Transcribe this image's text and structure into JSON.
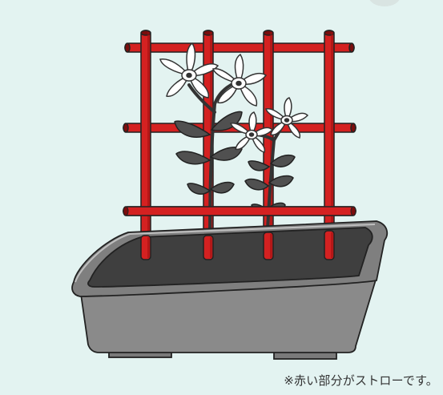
{
  "caption": "※赤い部分がストローです。",
  "colors": {
    "background": "#e3f3f1",
    "straw_red": "#d42121",
    "straw_shadow": "#9b1111",
    "pot_gray": "#8a8a8a",
    "pot_dark": "#5e5e5e",
    "soil": "#3f3f3f",
    "leaf": "#505050",
    "petal": "#ffffff"
  },
  "icons": [
    "straw-trellis",
    "flower-pot",
    "white-flower",
    "leaf"
  ]
}
